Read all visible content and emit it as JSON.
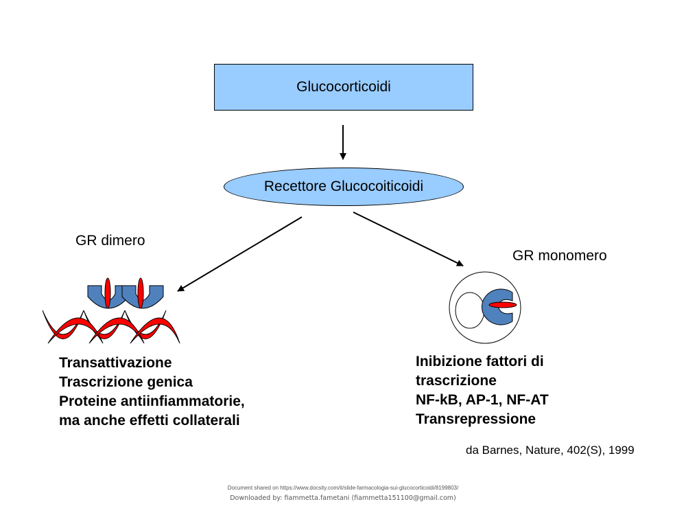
{
  "colors": {
    "box_fill": "#99ccff",
    "ellipse_fill": "#99ccff",
    "receptor_blue": "#4f81bd",
    "dna_red": "#ff0000",
    "stroke": "#000000",
    "footer_text": "#555555"
  },
  "nodes": {
    "glucocorticoidi": "Glucocorticoidi",
    "recettore": "Recettore Glucocoiticoidi"
  },
  "branches": {
    "left": {
      "label": "GR dimero",
      "lines": [
        "Transattivazione",
        "Trascrizione genica",
        "Proteine antiinfiammatorie,",
        "ma anche effetti collaterali"
      ]
    },
    "right": {
      "label": "GR monomero",
      "lines": [
        "Inibizione fattori di",
        "trascrizione",
        "NF-kB, AP-1, NF-AT",
        "Transrepressione"
      ]
    }
  },
  "citation": "da Barnes, Nature, 402(S), 1999",
  "footer": {
    "shared": "Document shared on https://www.docsity.com/it/slide-farmacologia-sui-glucocorticoidi/8199803/",
    "downloaded": "Downloaded by: fiammetta.fametani (fiammetta151100@gmail.com)"
  }
}
